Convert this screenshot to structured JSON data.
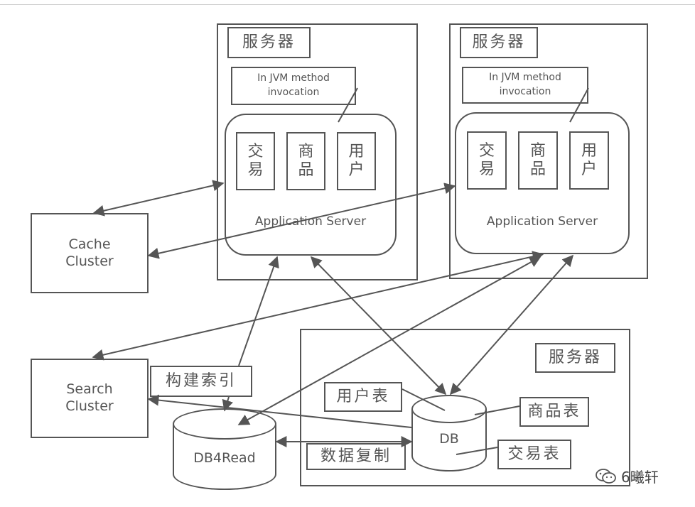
{
  "server_label": "服务器",
  "invocation_label": "In JVM method\ninvocation",
  "modules": [
    "交\n易",
    "商\n品",
    "用\n户"
  ],
  "app_server_label": "Application Server",
  "cache_cluster": "Cache\nCluster",
  "search_cluster": "Search\nCluster",
  "build_index": "构建索引",
  "db4read": "DB4Read",
  "db": "DB",
  "data_replication": "数据复制",
  "user_table": "用户表",
  "goods_table": "商品表",
  "trade_table": "交易表",
  "watermark": "6曦轩",
  "colors": {
    "stroke": "#555555",
    "text": "#555555",
    "background": "#ffffff"
  }
}
